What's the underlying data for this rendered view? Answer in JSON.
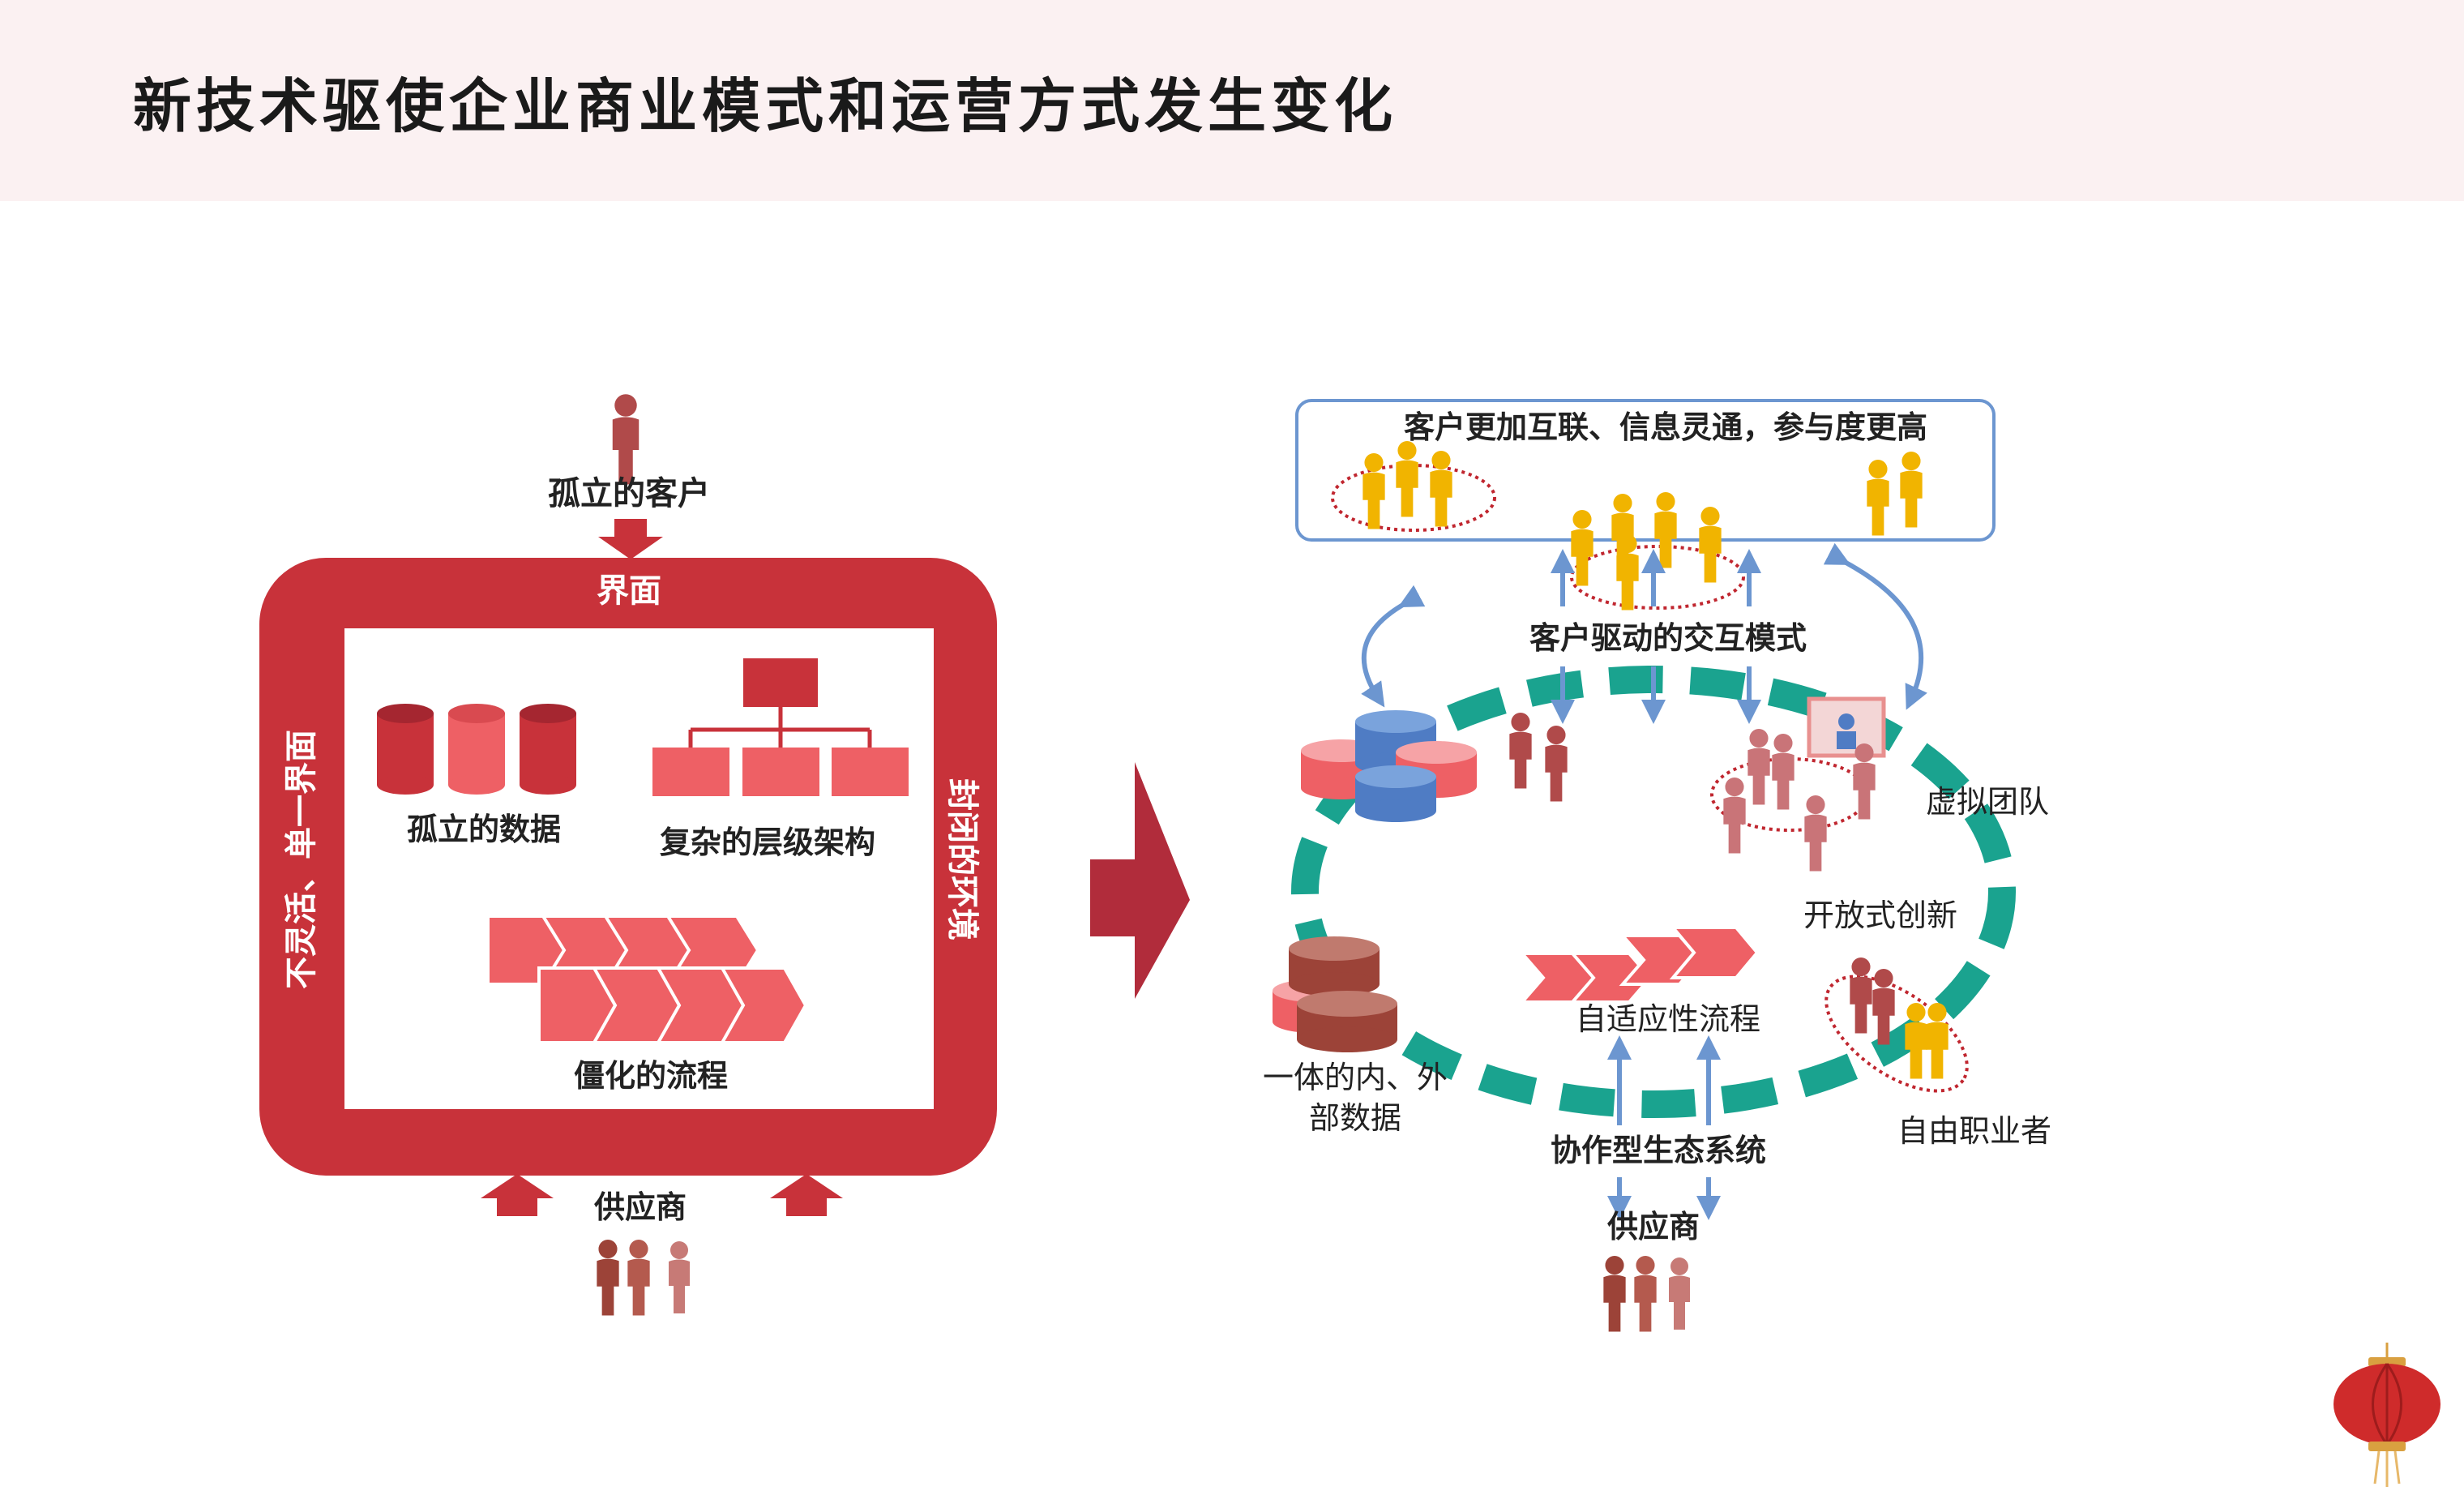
{
  "title": "新技术驱使企业商业模式和运营方式发生变化",
  "colors": {
    "red": "#c8323a",
    "pink": "#ee6065",
    "teal": "#1aa38f",
    "blue": "#6c96d0",
    "gold": "#f1b400",
    "brown": "#9c4338"
  },
  "left": {
    "isolated_customer": "孤立的客户",
    "interface": "界面",
    "left_side": "不灵活、单一界面",
    "right_side": "封闭的环境",
    "isolated_data": "孤立的数据",
    "hierarchy": "复杂的层级架构",
    "rigid_process": "僵化的流程",
    "supplier": "供应商"
  },
  "right": {
    "connected_customers": "客户更加互联、信息灵通，参与度更高",
    "interaction_model": "客户驱动的交互模式",
    "virtual_team": "虚拟团队",
    "open_innovation": "开放式创新",
    "adaptive_process": "自适应性流程",
    "integrated_data_l1": "一体的内、外",
    "integrated_data_l2": "部数据",
    "ecosystem": "协作型生态系统",
    "freelancer": "自由职业者",
    "supplier": "供应商"
  }
}
